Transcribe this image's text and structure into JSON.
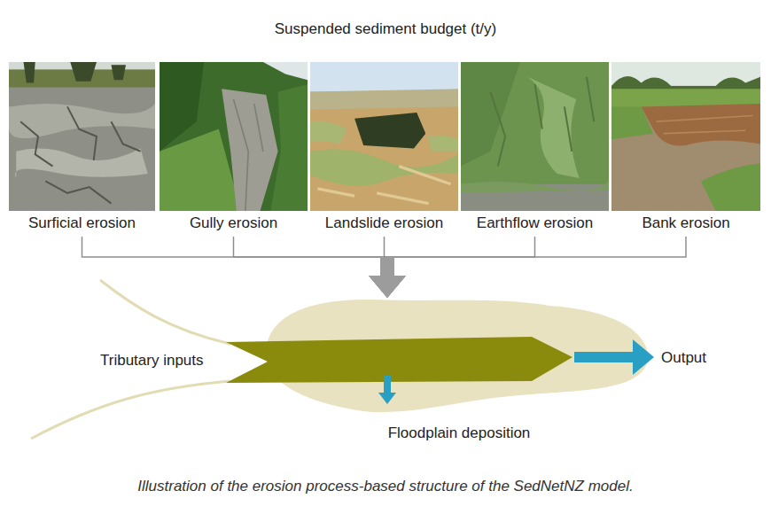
{
  "diagram": {
    "title": "Suspended sediment budget (t/y)",
    "caption": "Illustration of the erosion process-based structure of the SedNetNZ model.",
    "nodes": [
      {
        "text": [
          "Surficial erosion"
        ]
      },
      {
        "text": [
          "Gully erosion"
        ]
      },
      {
        "text": [
          "Landslide erosion"
        ]
      },
      {
        "text": [
          "Earthflow erosion"
        ]
      },
      {
        "text": [
          "Bank erosion"
        ]
      },
      {
        "text": [
          "Floodplain deposition"
        ]
      }
    ],
    "edges": [
      {
        "from": 0,
        "to": 5,
        "arrow": "to"
      },
      {
        "from": 1,
        "to": 5,
        "arrow": "to"
      },
      {
        "from": 2,
        "to": 5,
        "arrow": "to"
      },
      {
        "from": 3,
        "to": 5,
        "arrow": "to"
      },
      {
        "from": 4,
        "to": 5,
        "arrow": "to"
      }
    ],
    "labels": [
      "Tributary inputs",
      "Output"
    ]
  }
}
